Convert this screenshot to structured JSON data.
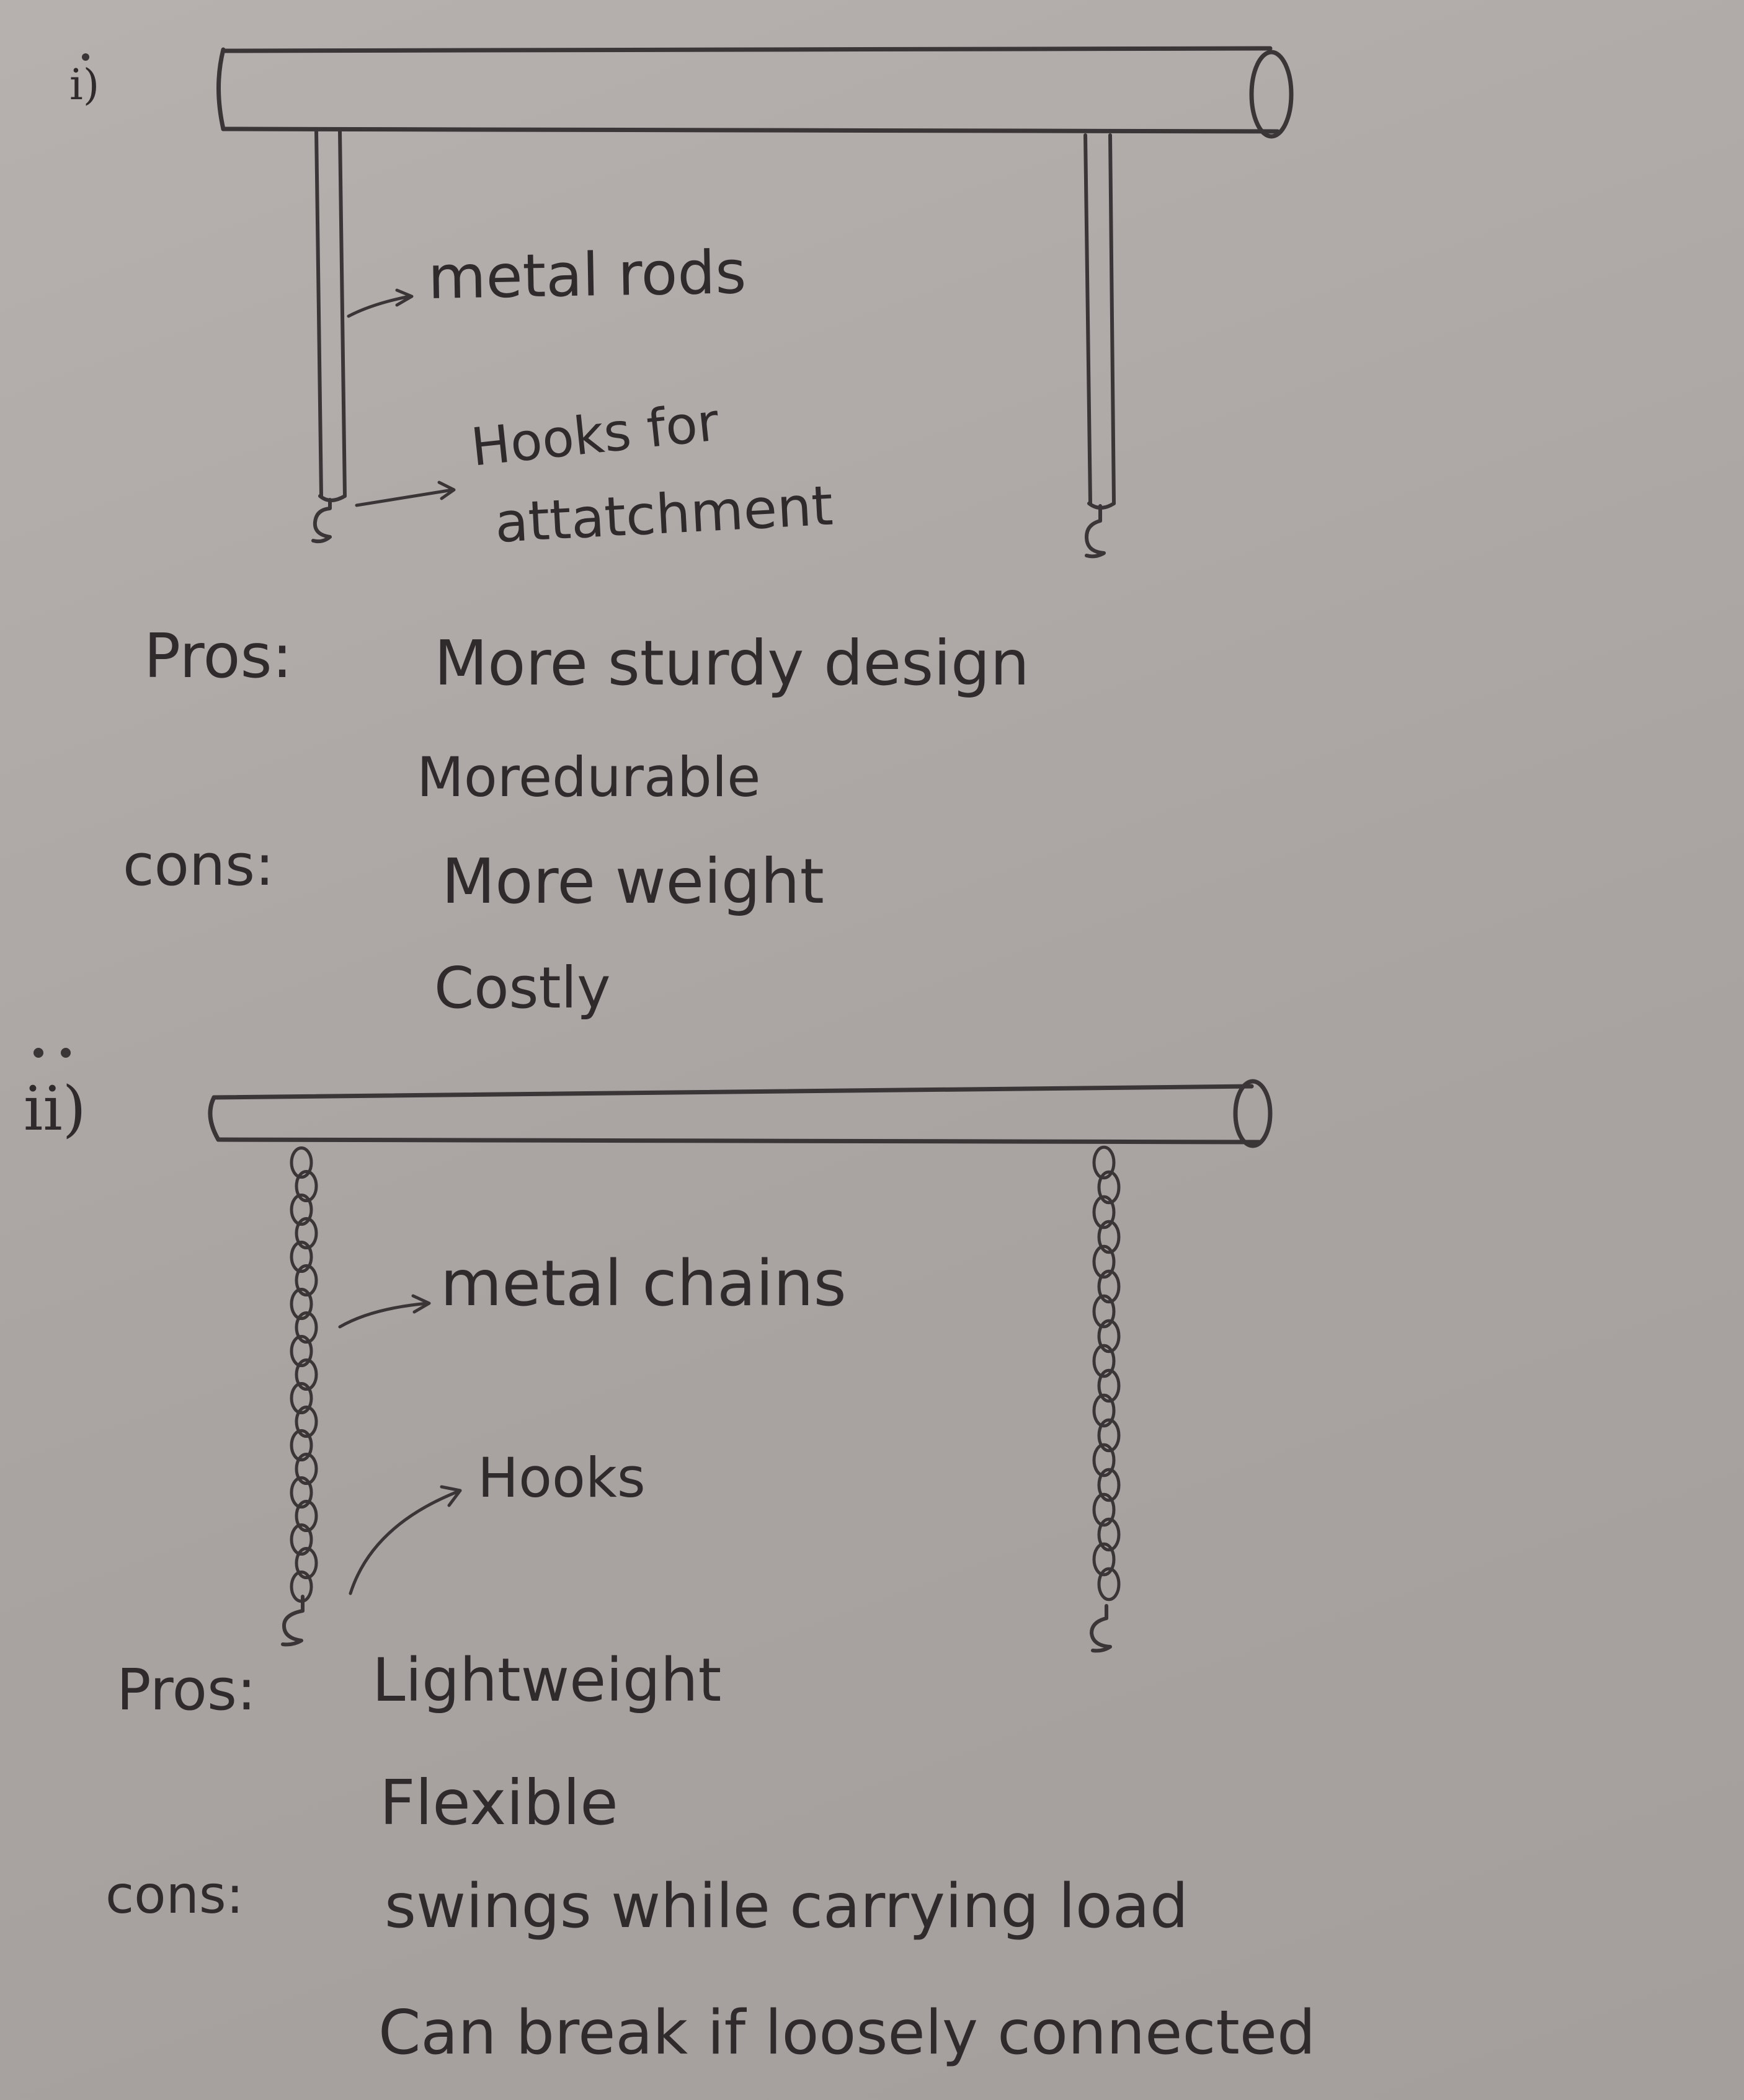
{
  "option1": {
    "number": "i)",
    "label_rods": "metal rods",
    "label_hooks_line1": "Hooks for",
    "label_hooks_line2": "attatchment",
    "pros_heading": "Pros:",
    "pros": [
      "More sturdy design",
      "Moredurable"
    ],
    "cons_heading": "cons:",
    "cons": [
      "More weight",
      "Costly"
    ]
  },
  "option2": {
    "number": "ii)",
    "label_chains": "metal chains",
    "label_hooks": "Hooks",
    "pros_heading": "Pros:",
    "pros": [
      "Lightweight",
      "Flexible"
    ],
    "cons_heading": "cons:",
    "cons": [
      "swings while carrying load",
      "Can break if loosely connected"
    ]
  }
}
